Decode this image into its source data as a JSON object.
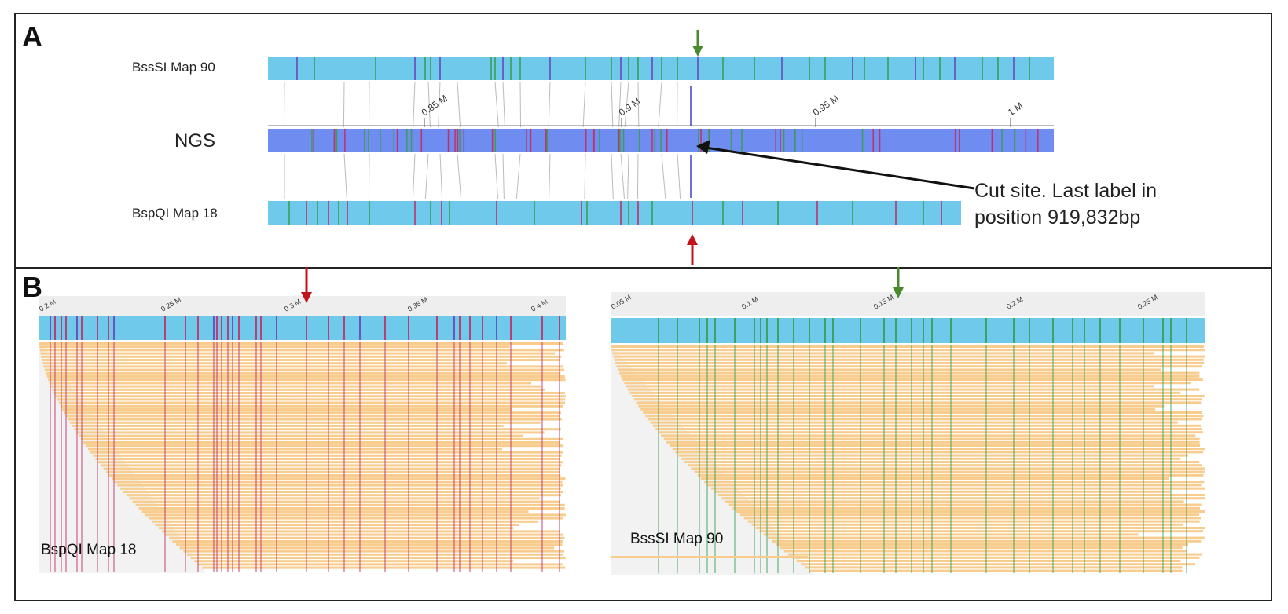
{
  "panel_a": {
    "letter": "A",
    "top_track_label": "BssSI Map 90",
    "middle_track_label": "NGS",
    "bottom_track_label": "BspQI Map 18",
    "ruler_ticks": [
      "0.85 M",
      "0.9 M",
      "0.95 M",
      "1 M"
    ],
    "callout_line1": "Cut site. Last label in",
    "callout_line2": "position 919,832bp"
  },
  "panel_b": {
    "letter": "B",
    "left_map": {
      "label": "BspQI Map 18",
      "ruler_ticks": [
        "0.2 M",
        "0.25 M",
        "0.3 M",
        "0.35 M",
        "0.4 M"
      ]
    },
    "right_map": {
      "label": "BssSI Map 90",
      "ruler_ticks": [
        "0.05 M",
        "0.1 M",
        "0.15 M",
        "0.2 M",
        "0.25 M"
      ]
    }
  },
  "colors": {
    "map_bar": "#6ec9ea",
    "ngs_bar": "#6f8cf0",
    "bssSI_label": "#3a9e55",
    "bspQI_label": "#c0306a",
    "read_fill": "#f7cc8c",
    "arrow_green": "#4a8a2c",
    "arrow_red": "#c0141a"
  }
}
